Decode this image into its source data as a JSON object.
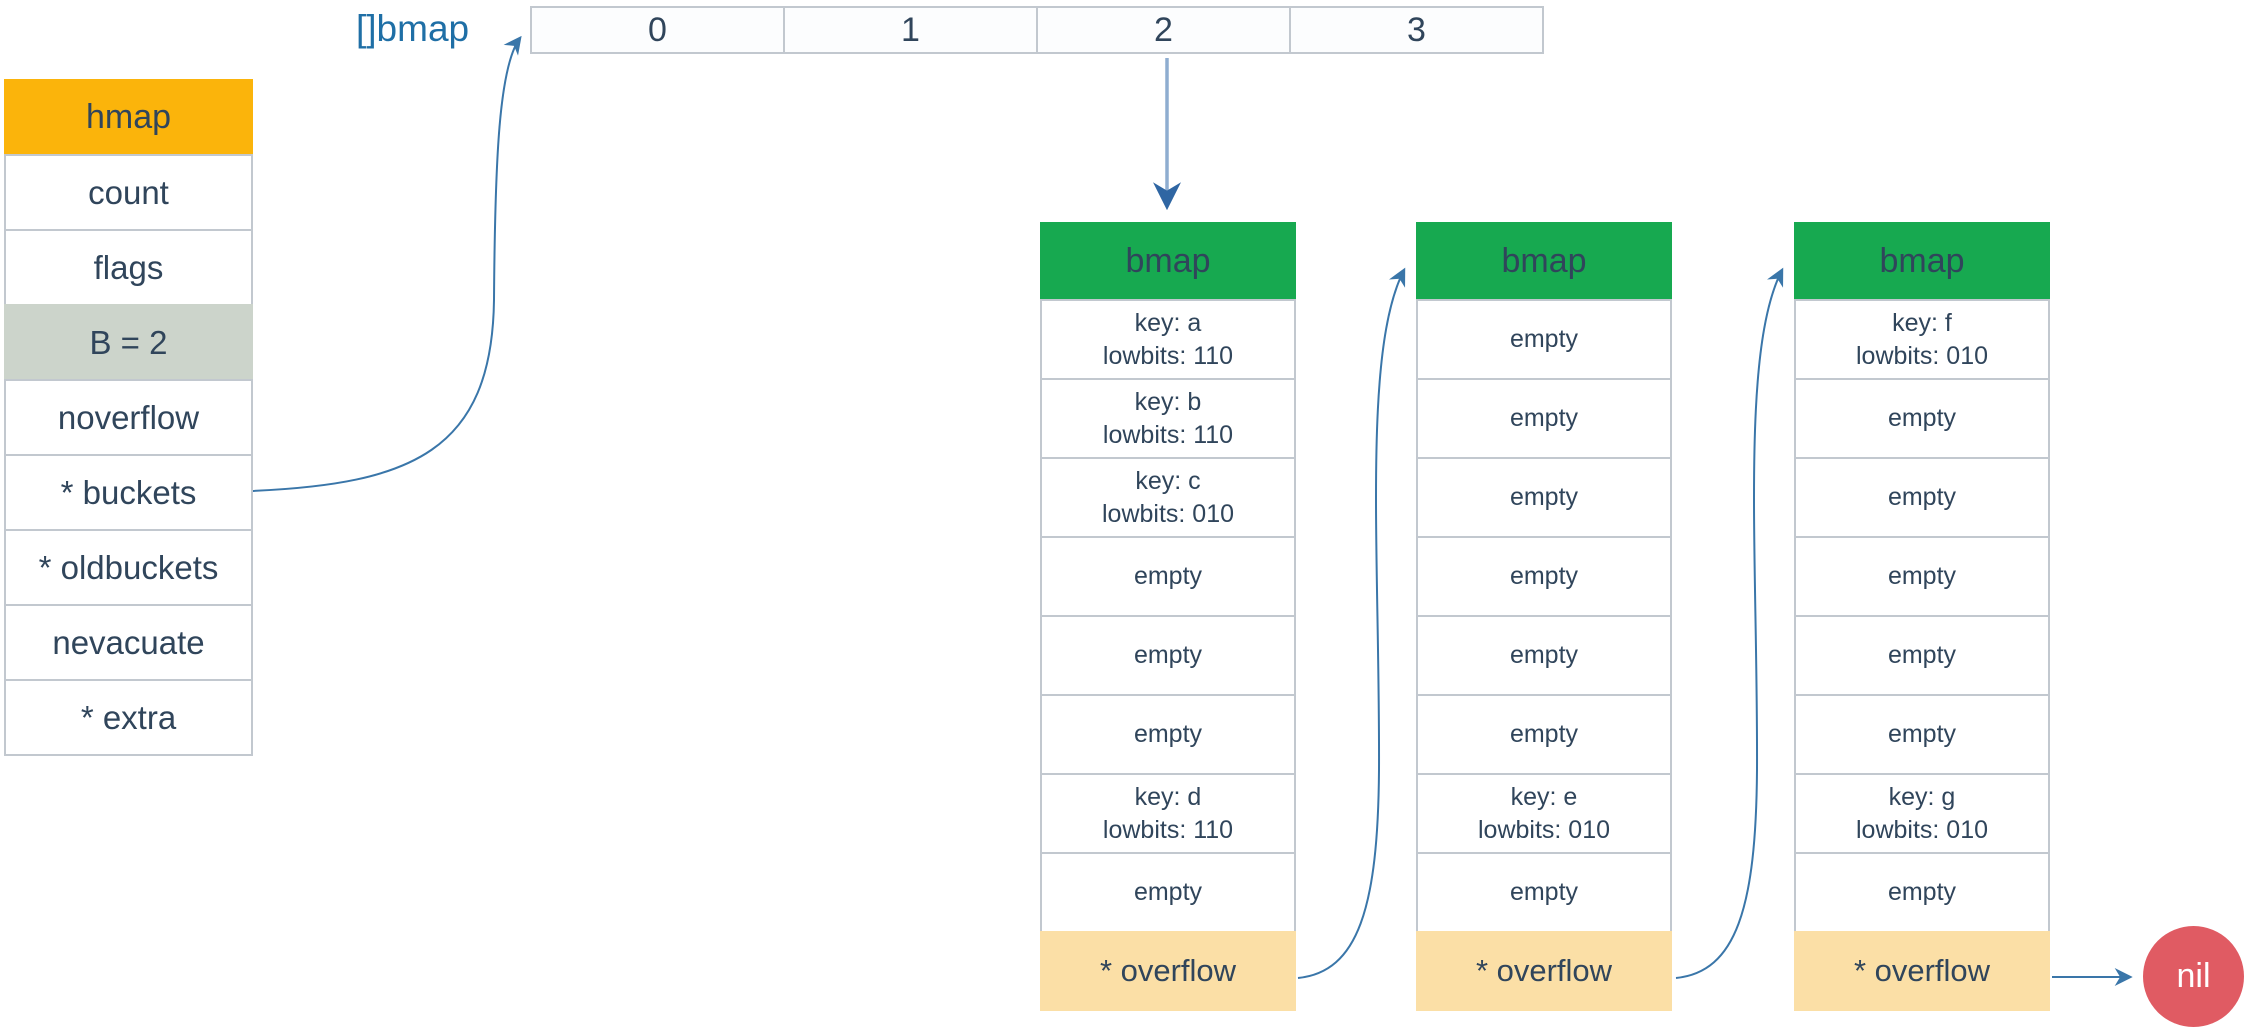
{
  "colors": {
    "orange": "#fbb40b",
    "green": "#17a950",
    "tan": "#fbdfa6",
    "red": "#e05b63",
    "gray-row": "#ccd4cb",
    "navy": "#30455b",
    "blue-label": "#1f6fa6",
    "arrow": "#3a76a9",
    "arrow-shaft": "#8fadd0",
    "arrow-head-dark": "#2f66a3",
    "border": "#c2c8cf"
  },
  "hmap": {
    "title": "hmap",
    "fields": [
      "count",
      "flags",
      "B = 2",
      "noverflow",
      "* buckets",
      "* oldbuckets",
      "nevacuate",
      "* extra"
    ]
  },
  "array": {
    "label": "[]bmap",
    "cells": [
      "0",
      "1",
      "2",
      "3"
    ]
  },
  "buckets": [
    {
      "header": "bmap",
      "overflow": "* overflow",
      "slots": [
        {
          "line1": "key: a",
          "line2": "lowbits: 110"
        },
        {
          "line1": "key: b",
          "line2": "lowbits: 110"
        },
        {
          "line1": "key: c",
          "line2": "lowbits: 010"
        },
        {
          "line1": "empty",
          "line2": ""
        },
        {
          "line1": "empty",
          "line2": ""
        },
        {
          "line1": "empty",
          "line2": ""
        },
        {
          "line1": "key: d",
          "line2": "lowbits: 110"
        },
        {
          "line1": "empty",
          "line2": ""
        }
      ]
    },
    {
      "header": "bmap",
      "overflow": "* overflow",
      "slots": [
        {
          "line1": "empty",
          "line2": ""
        },
        {
          "line1": "empty",
          "line2": ""
        },
        {
          "line1": "empty",
          "line2": ""
        },
        {
          "line1": "empty",
          "line2": ""
        },
        {
          "line1": "empty",
          "line2": ""
        },
        {
          "line1": "empty",
          "line2": ""
        },
        {
          "line1": "key: e",
          "line2": "lowbits: 010"
        },
        {
          "line1": "empty",
          "line2": ""
        }
      ]
    },
    {
      "header": "bmap",
      "overflow": "* overflow",
      "slots": [
        {
          "line1": "key: f",
          "line2": "lowbits: 010"
        },
        {
          "line1": "empty",
          "line2": ""
        },
        {
          "line1": "empty",
          "line2": ""
        },
        {
          "line1": "empty",
          "line2": ""
        },
        {
          "line1": "empty",
          "line2": ""
        },
        {
          "line1": "empty",
          "line2": ""
        },
        {
          "line1": "key: g",
          "line2": "lowbits: 010"
        },
        {
          "line1": "empty",
          "line2": ""
        }
      ]
    }
  ],
  "nil_label": "nil"
}
